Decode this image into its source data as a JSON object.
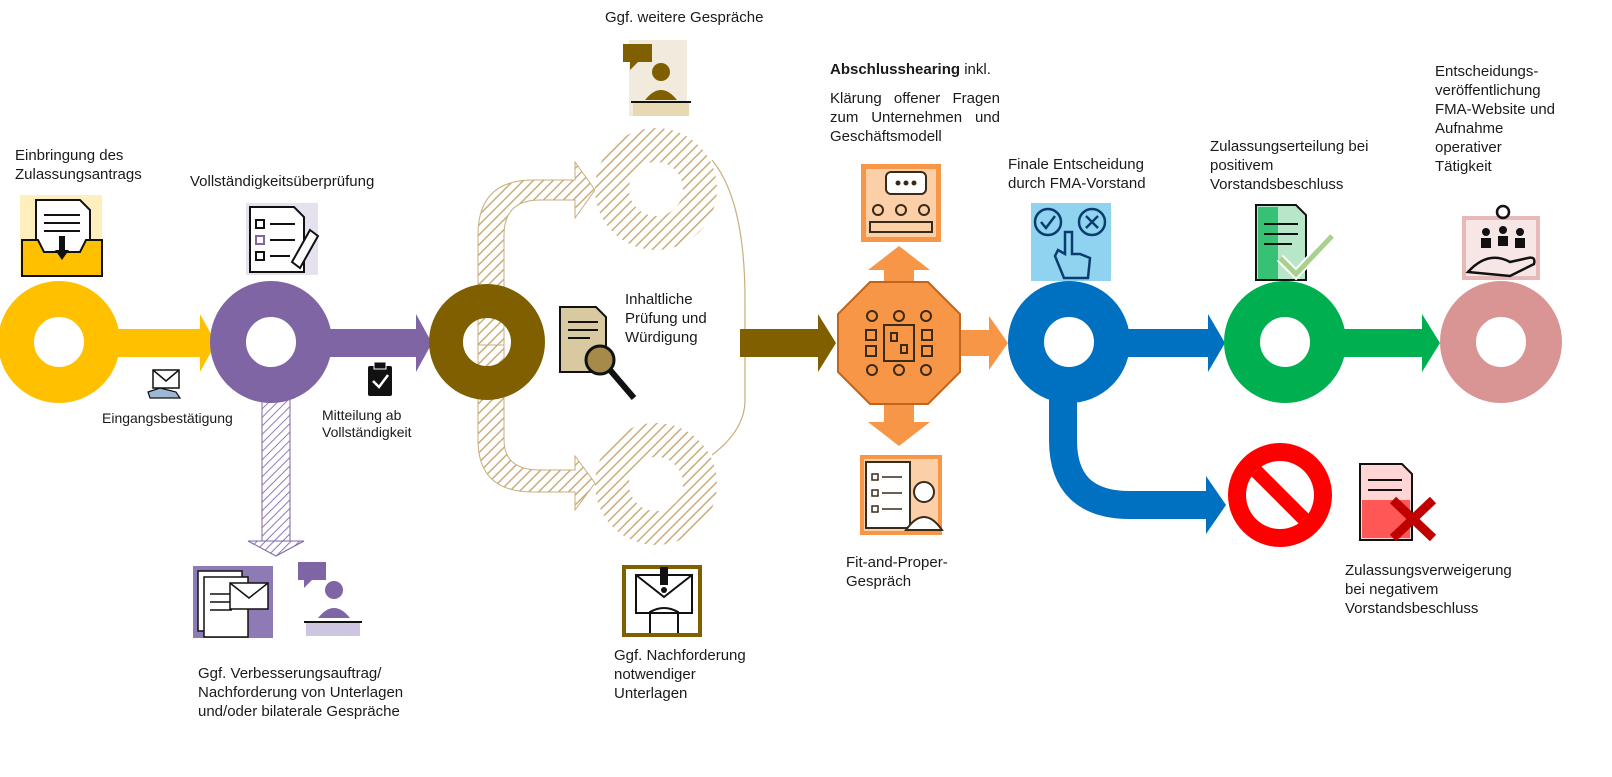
{
  "colors": {
    "yellow": "#FFC000",
    "purple": "#7F65A4",
    "olive": "#7F5F00",
    "hatch": "#C9AE7C",
    "orange": "#F79646",
    "blue": "#0070C0",
    "green": "#00B050",
    "pink": "#D99594",
    "red": "#FF0000"
  },
  "steps": {
    "einbringung": "Einbringung des Zulassungsantrags",
    "vollstaendigkeit": "Vollständigkeitsüberprüfung",
    "eingang": "Eingangsbestätigung",
    "mitteilung": "Mitteilung ab Vollständigkeit",
    "verbesserung": "Ggf. Verbesserungsauftrag/ Nachforderung von Unterlagen und/oder bilaterale Gespräche",
    "weitere": "Ggf. weitere Gespräche",
    "inhaltlich": "Inhaltliche Prüfung und Würdigung",
    "nachforderung": "Ggf. Nachforderung notwendiger Unterlagen",
    "abschluss_bold": "Abschlusshearing",
    "abschluss_suffix": " inkl.",
    "klaerung": "Klärung offener Fragen zum Unternehmen und Geschäftsmodell",
    "fitproper": "Fit-and-Proper-Gespräch",
    "finale": "Finale Entscheidung durch FMA-Vorstand",
    "erteilung": "Zulassungserteilung bei positivem Vorstandsbeschluss",
    "veroeffentlichung": "Entscheidungs-veröffentlichung FMA-Website und Aufnahme operativer Tätigkeit",
    "verweigerung": "Zulassungsverweigerung bei negativem Vorstandsbeschluss"
  },
  "icons": [
    "inbox-document-icon",
    "checklist-icon",
    "envelope-hand-icon",
    "clipboard-check-icon",
    "documents-envelope-icon",
    "person-chat-icon",
    "person-chat-olive-icon",
    "document-magnifier-icon",
    "hand-envelope-alert-icon",
    "meeting-chat-icon",
    "meeting-table-icon",
    "candidate-checklist-icon",
    "check-cross-hand-icon",
    "document-check-icon",
    "team-hand-gear-icon",
    "prohibited-icon",
    "document-reject-icon"
  ]
}
